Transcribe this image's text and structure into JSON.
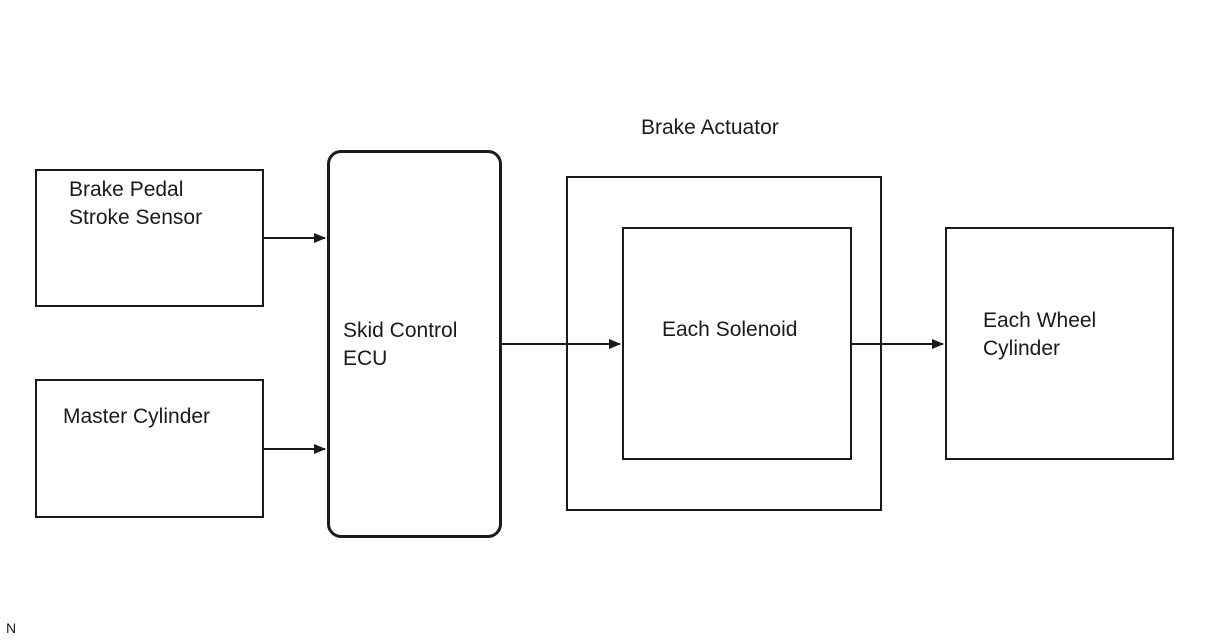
{
  "diagram": {
    "nodes": {
      "pedal_sensor": {
        "lines": [
          "Brake Pedal",
          "Stroke Sensor"
        ]
      },
      "master_cylinder": {
        "lines": [
          "Master Cylinder"
        ]
      },
      "skid_ecu": {
        "lines": [
          "Skid Control",
          "ECU"
        ]
      },
      "brake_actuator": {
        "title": "Brake Actuator"
      },
      "solenoid": {
        "lines": [
          "Each Solenoid"
        ]
      },
      "wheel_cylinder": {
        "lines": [
          "Each Wheel",
          "Cylinder"
        ]
      }
    },
    "edges": [
      {
        "from": "Brake Pedal Stroke Sensor",
        "to": "Skid Control ECU"
      },
      {
        "from": "Master Cylinder",
        "to": "Skid Control ECU"
      },
      {
        "from": "Skid Control ECU",
        "to": "Each Solenoid"
      },
      {
        "from": "Each Solenoid",
        "to": "Each Wheel Cylinder"
      }
    ],
    "footnote": "N",
    "colors": {
      "stroke": "#1a1a1a",
      "background": "#ffffff"
    }
  }
}
